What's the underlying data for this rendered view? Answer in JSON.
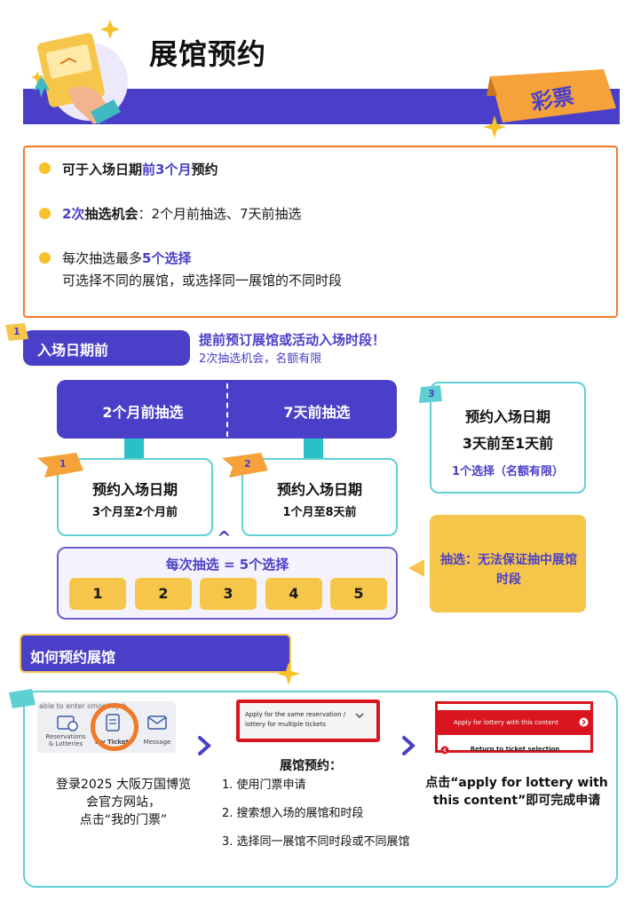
{
  "header": {
    "title": "展馆预约",
    "ribbon_text": "彩票"
  },
  "intro": {
    "line1_a": "可于入场日期",
    "line1_b": "前3个月",
    "line1_c": "预约",
    "line2_a": "2次",
    "line2_b": "抽选机会",
    "line2_c": "：2个月前抽选、7天前抽选",
    "line3_a": "每次抽选最多",
    "line3_b": "5个选择",
    "line3_sub": "可选择不同的展馆，或选择同一展馆的不同时段"
  },
  "section1": {
    "num": "1",
    "label": "入场日期前",
    "headline": "提前预订展馆或活动入场时段！",
    "subline": "2次抽选机会，名额有限",
    "phase1": "2个月前抽选",
    "phase2": "7天前抽选",
    "card1": {
      "num": "1",
      "line1": "预约入场日期",
      "line2": "3个月至2个月前"
    },
    "card2": {
      "num": "2",
      "line1": "预约入场日期",
      "line2": "1个月至8天前"
    },
    "card3": {
      "num": "3",
      "line1": "预约入场日期",
      "line2": "3天前至1天前",
      "line3": "1个选择（名额有限）"
    },
    "caret": "^",
    "picks_label": "每次抽选 = 5个选择",
    "tickets": [
      "1",
      "2",
      "3",
      "4",
      "5"
    ],
    "note": "抽选：无法保证抽中展馆时段"
  },
  "section2": {
    "label": "如何预约展馆",
    "shot1": {
      "top_text": "able to enter smoothly b",
      "tab1": "Reservations & Lotteries",
      "tab2": "My Tickets",
      "tab3": "Message"
    },
    "step1": [
      "登录2025 大阪万国博览",
      "会官方网站，",
      "点击“我的门票”"
    ],
    "shot2_text": "Apply for the same reservation / lottery for multiple tickets",
    "step2_title": "展馆预约：",
    "step2_items": [
      "1. 使用门票申请",
      "2. 搜索想入场的展馆和时段",
      "3. 选择同一展馆不同时段或不同展馆"
    ],
    "shot3_button": "Apply for lottery with this content",
    "shot3_back": "Return to ticket selection",
    "step3": [
      "点击“apply for lottery with",
      "this content”即可完成申请"
    ]
  },
  "colors": {
    "purple": "#4a3fc8",
    "orange": "#f07a2a",
    "yellow": "#f6c64a",
    "teal": "#5fd0d2",
    "red": "#d9161f"
  }
}
